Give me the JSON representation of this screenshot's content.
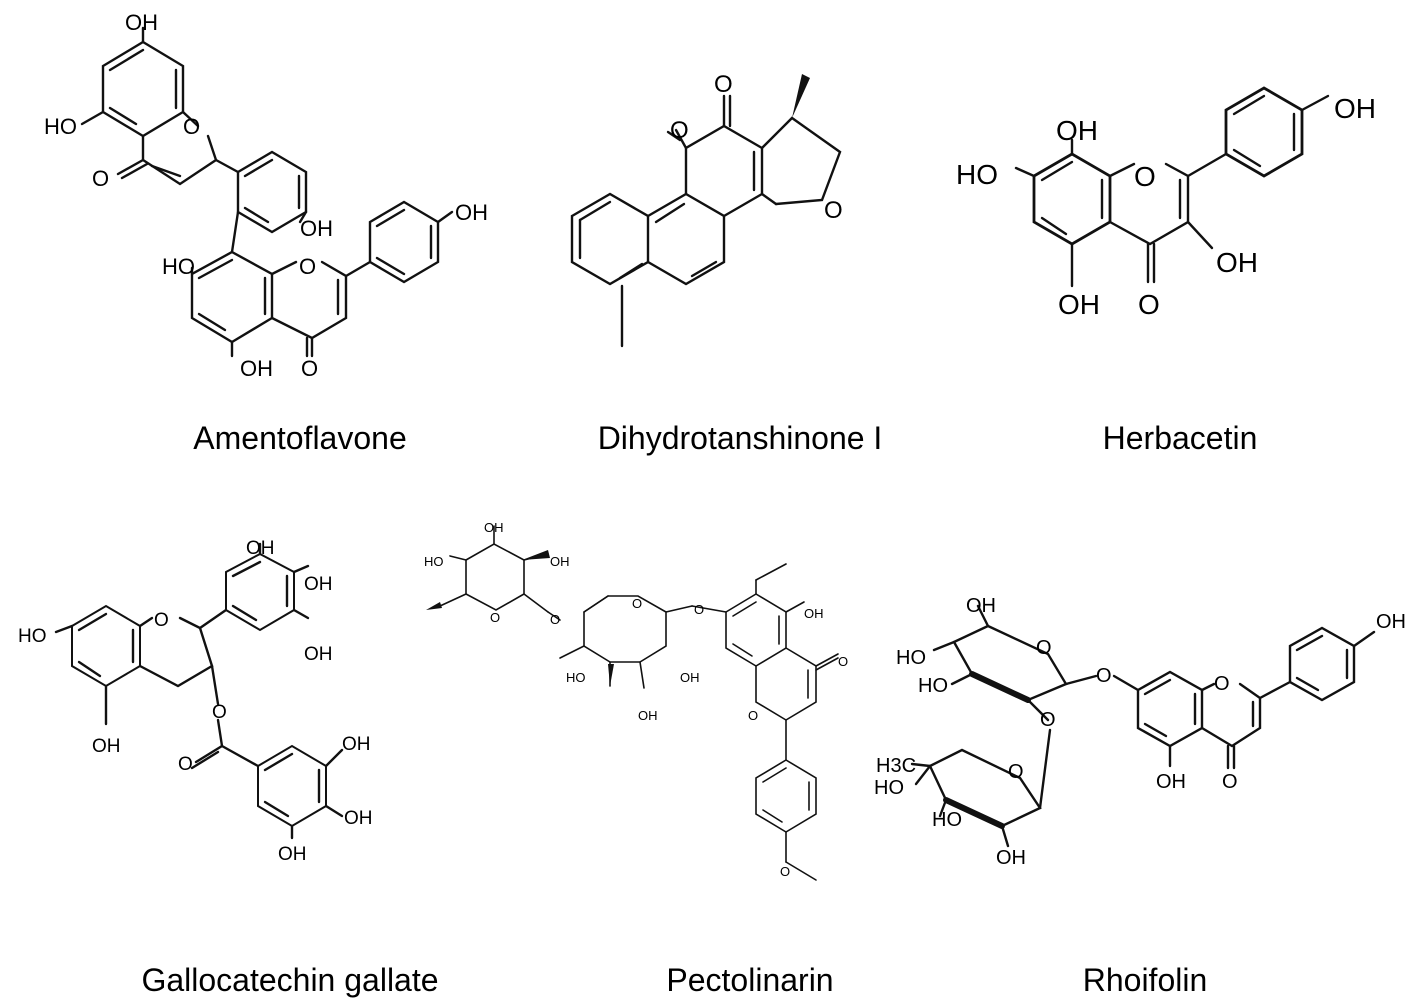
{
  "compounds": [
    {
      "name": "Amentoflavone",
      "atom_labels": [
        "OH",
        "HO",
        "O",
        "O",
        "OH",
        "OH",
        "HO",
        "O",
        "OH",
        "O"
      ]
    },
    {
      "name": "Dihydrotanshinone I",
      "atom_labels": [
        "O",
        "O",
        "O"
      ]
    },
    {
      "name": "Herbacetin",
      "atom_labels": [
        "OH",
        "OH",
        "HO",
        "O",
        "OH",
        "OH",
        "O"
      ]
    },
    {
      "name": "Gallocatechin gallate",
      "atom_labels": [
        "OH",
        "HO",
        "O",
        "OH",
        "OH",
        "O",
        "OH",
        "O",
        "OH",
        "OH",
        "OH"
      ]
    },
    {
      "name": "Pectolinarin",
      "atom_labels": [
        "OH",
        "HO",
        "OH",
        "O",
        "O",
        "O",
        "O",
        "OH",
        "HO",
        "OH",
        "OH",
        "O",
        "O",
        "O"
      ]
    },
    {
      "name": "Rhoifolin",
      "atom_labels": [
        "OH",
        "HO",
        "HO",
        "O",
        "O",
        "O",
        "OH",
        "O",
        "H3C",
        "O",
        "HO",
        "HO",
        "OH",
        "OH",
        "O"
      ]
    }
  ]
}
